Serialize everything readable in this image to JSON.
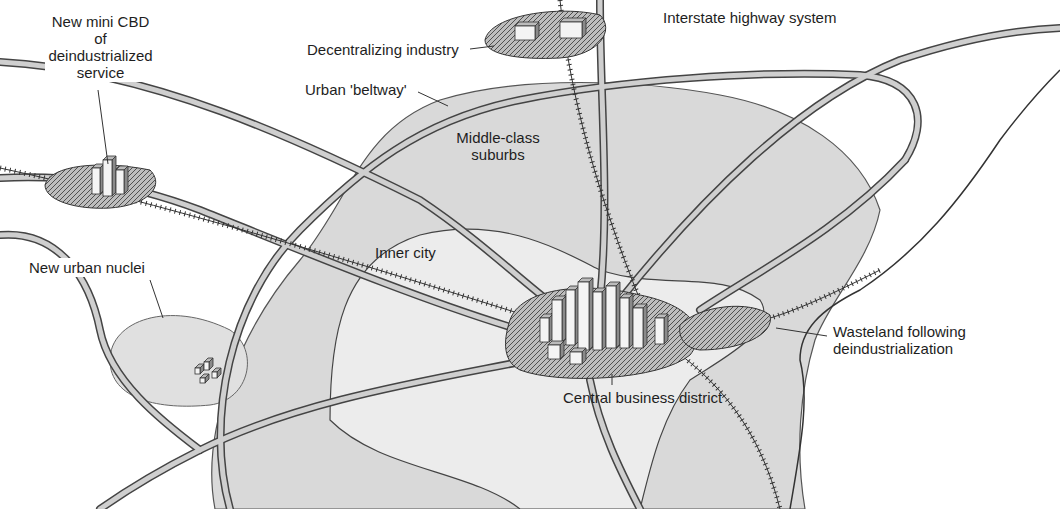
{
  "diagram": {
    "labels": [
      "New mini CBD of deindustrialized service",
      "Decentralizing industry",
      "Interstate highway system",
      "Urban 'beltway'",
      "Middle-class suburbs",
      "Inner city",
      "Wasteland following deindustrialization",
      "Central business district",
      "New urban nuclei"
    ]
  }
}
